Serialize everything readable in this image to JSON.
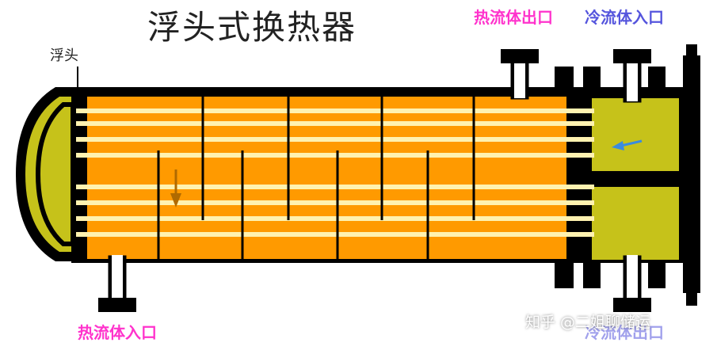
{
  "title": "浮头式换热器",
  "labels": {
    "float_head": "浮头",
    "hot_fluid_outlet": "热流体出口",
    "cold_fluid_inlet": "冷流体入口",
    "hot_fluid_inlet": "热流体入口",
    "cold_fluid_outlet": "冷流体出口"
  },
  "watermark": "知乎 @二姐聊储运",
  "colors": {
    "shell": "#ff9a00",
    "tube": "#fff2b0",
    "head": "#c6c21a",
    "outline": "#000000",
    "hot_label": "#ff33cc",
    "cold_label": "#5555dd",
    "arrow_down": "#b06a00",
    "arrow_left": "#3a8be0"
  },
  "diagram": {
    "tube_count": 8,
    "baffle_count": 8,
    "flow_arrows": [
      "down-arrow",
      "left-arrow"
    ]
  }
}
